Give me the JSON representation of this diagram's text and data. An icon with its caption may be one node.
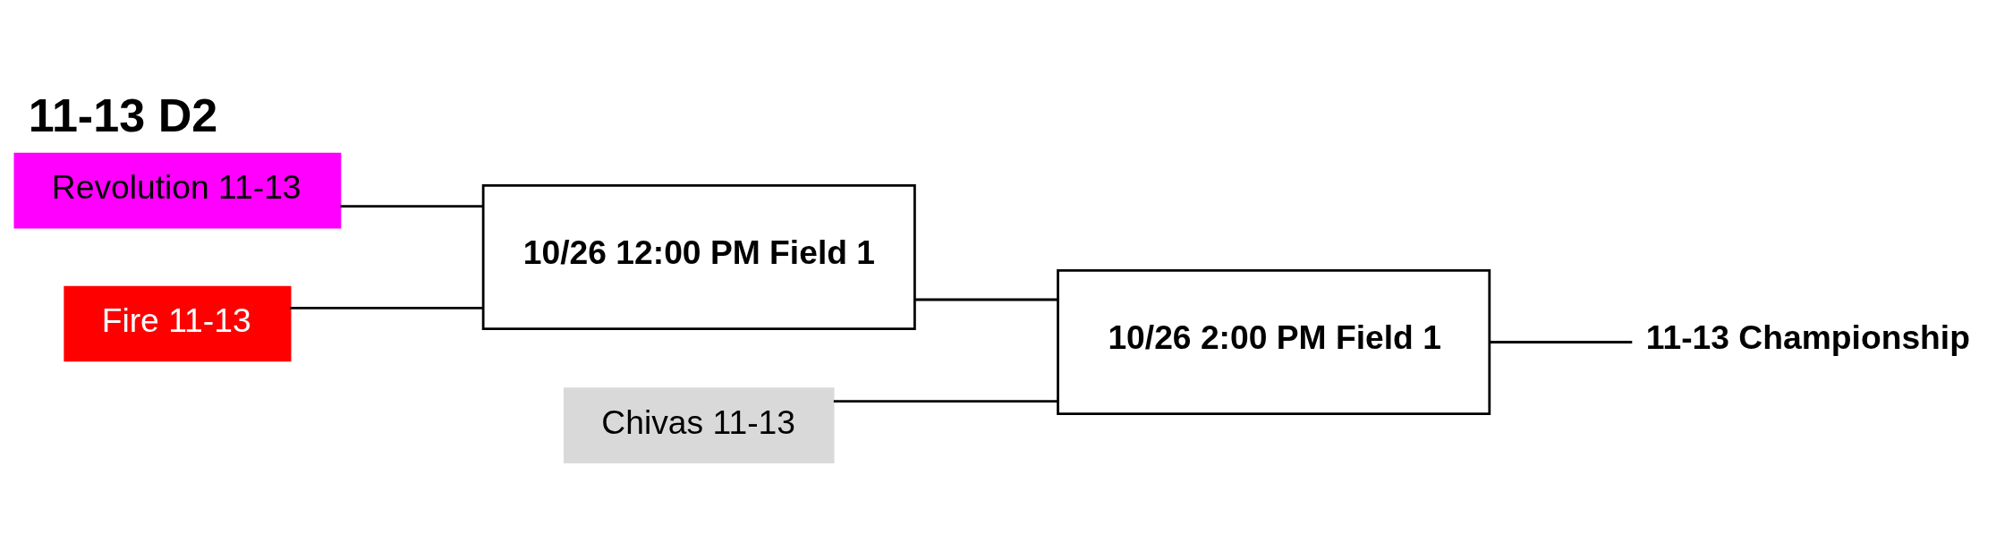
{
  "diagram": {
    "title": "11-13 D2",
    "nodes": [
      {
        "text": [
          "Revolution 11-13"
        ]
      },
      {
        "text": [
          "10/26 12:00 PM Field 1"
        ]
      },
      {
        "text": [
          "Fire 11-13"
        ]
      },
      {
        "text": [
          "10/26 2:00 PM Field 1"
        ]
      },
      {
        "text": [
          "11-13 Championship"
        ]
      },
      {
        "text": [
          "Chivas 11-13"
        ]
      }
    ],
    "edges": [
      {
        "from": 0,
        "to": 1,
        "arrow": "none"
      },
      {
        "from": 2,
        "to": 1,
        "arrow": "none"
      },
      {
        "from": 1,
        "to": 3,
        "arrow": "none"
      },
      {
        "from": 5,
        "to": 3,
        "arrow": "none"
      },
      {
        "from": 3,
        "to": 4,
        "arrow": "none"
      }
    ]
  }
}
